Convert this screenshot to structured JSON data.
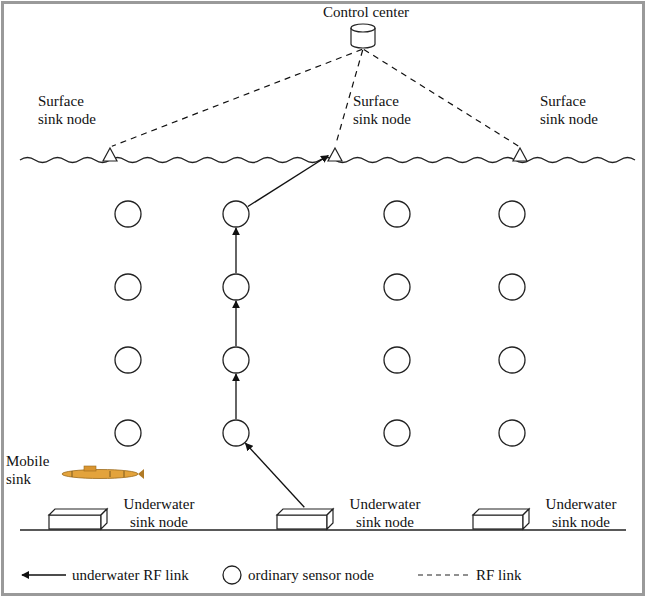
{
  "diagram": {
    "nodes": [
      {
        "text": [
          "Control center"
        ]
      },
      {
        "text": [
          "Surface sink node"
        ]
      },
      {
        "text": [
          "Surface sink node"
        ]
      },
      {
        "text": [
          "Surface sink node"
        ]
      },
      {
        "text": [
          "Underwater sink node"
        ]
      },
      {
        "text": [
          "Underwater sink node"
        ]
      },
      {
        "text": [
          "Underwater sink node"
        ]
      }
    ],
    "edges": [
      {
        "from": 0,
        "to": 1,
        "arrow": "none"
      },
      {
        "from": 0,
        "to": 2,
        "arrow": "none"
      },
      {
        "from": 0,
        "to": 3,
        "arrow": "none"
      },
      {
        "from": 5,
        "to": 2,
        "arrow": "to"
      }
    ],
    "labels": [
      "Mobile sink"
    ],
    "legend": [
      {
        "text": "underwater RF link"
      },
      {
        "text": "ordinary sensor node"
      },
      {
        "text": "RF link"
      }
    ]
  }
}
